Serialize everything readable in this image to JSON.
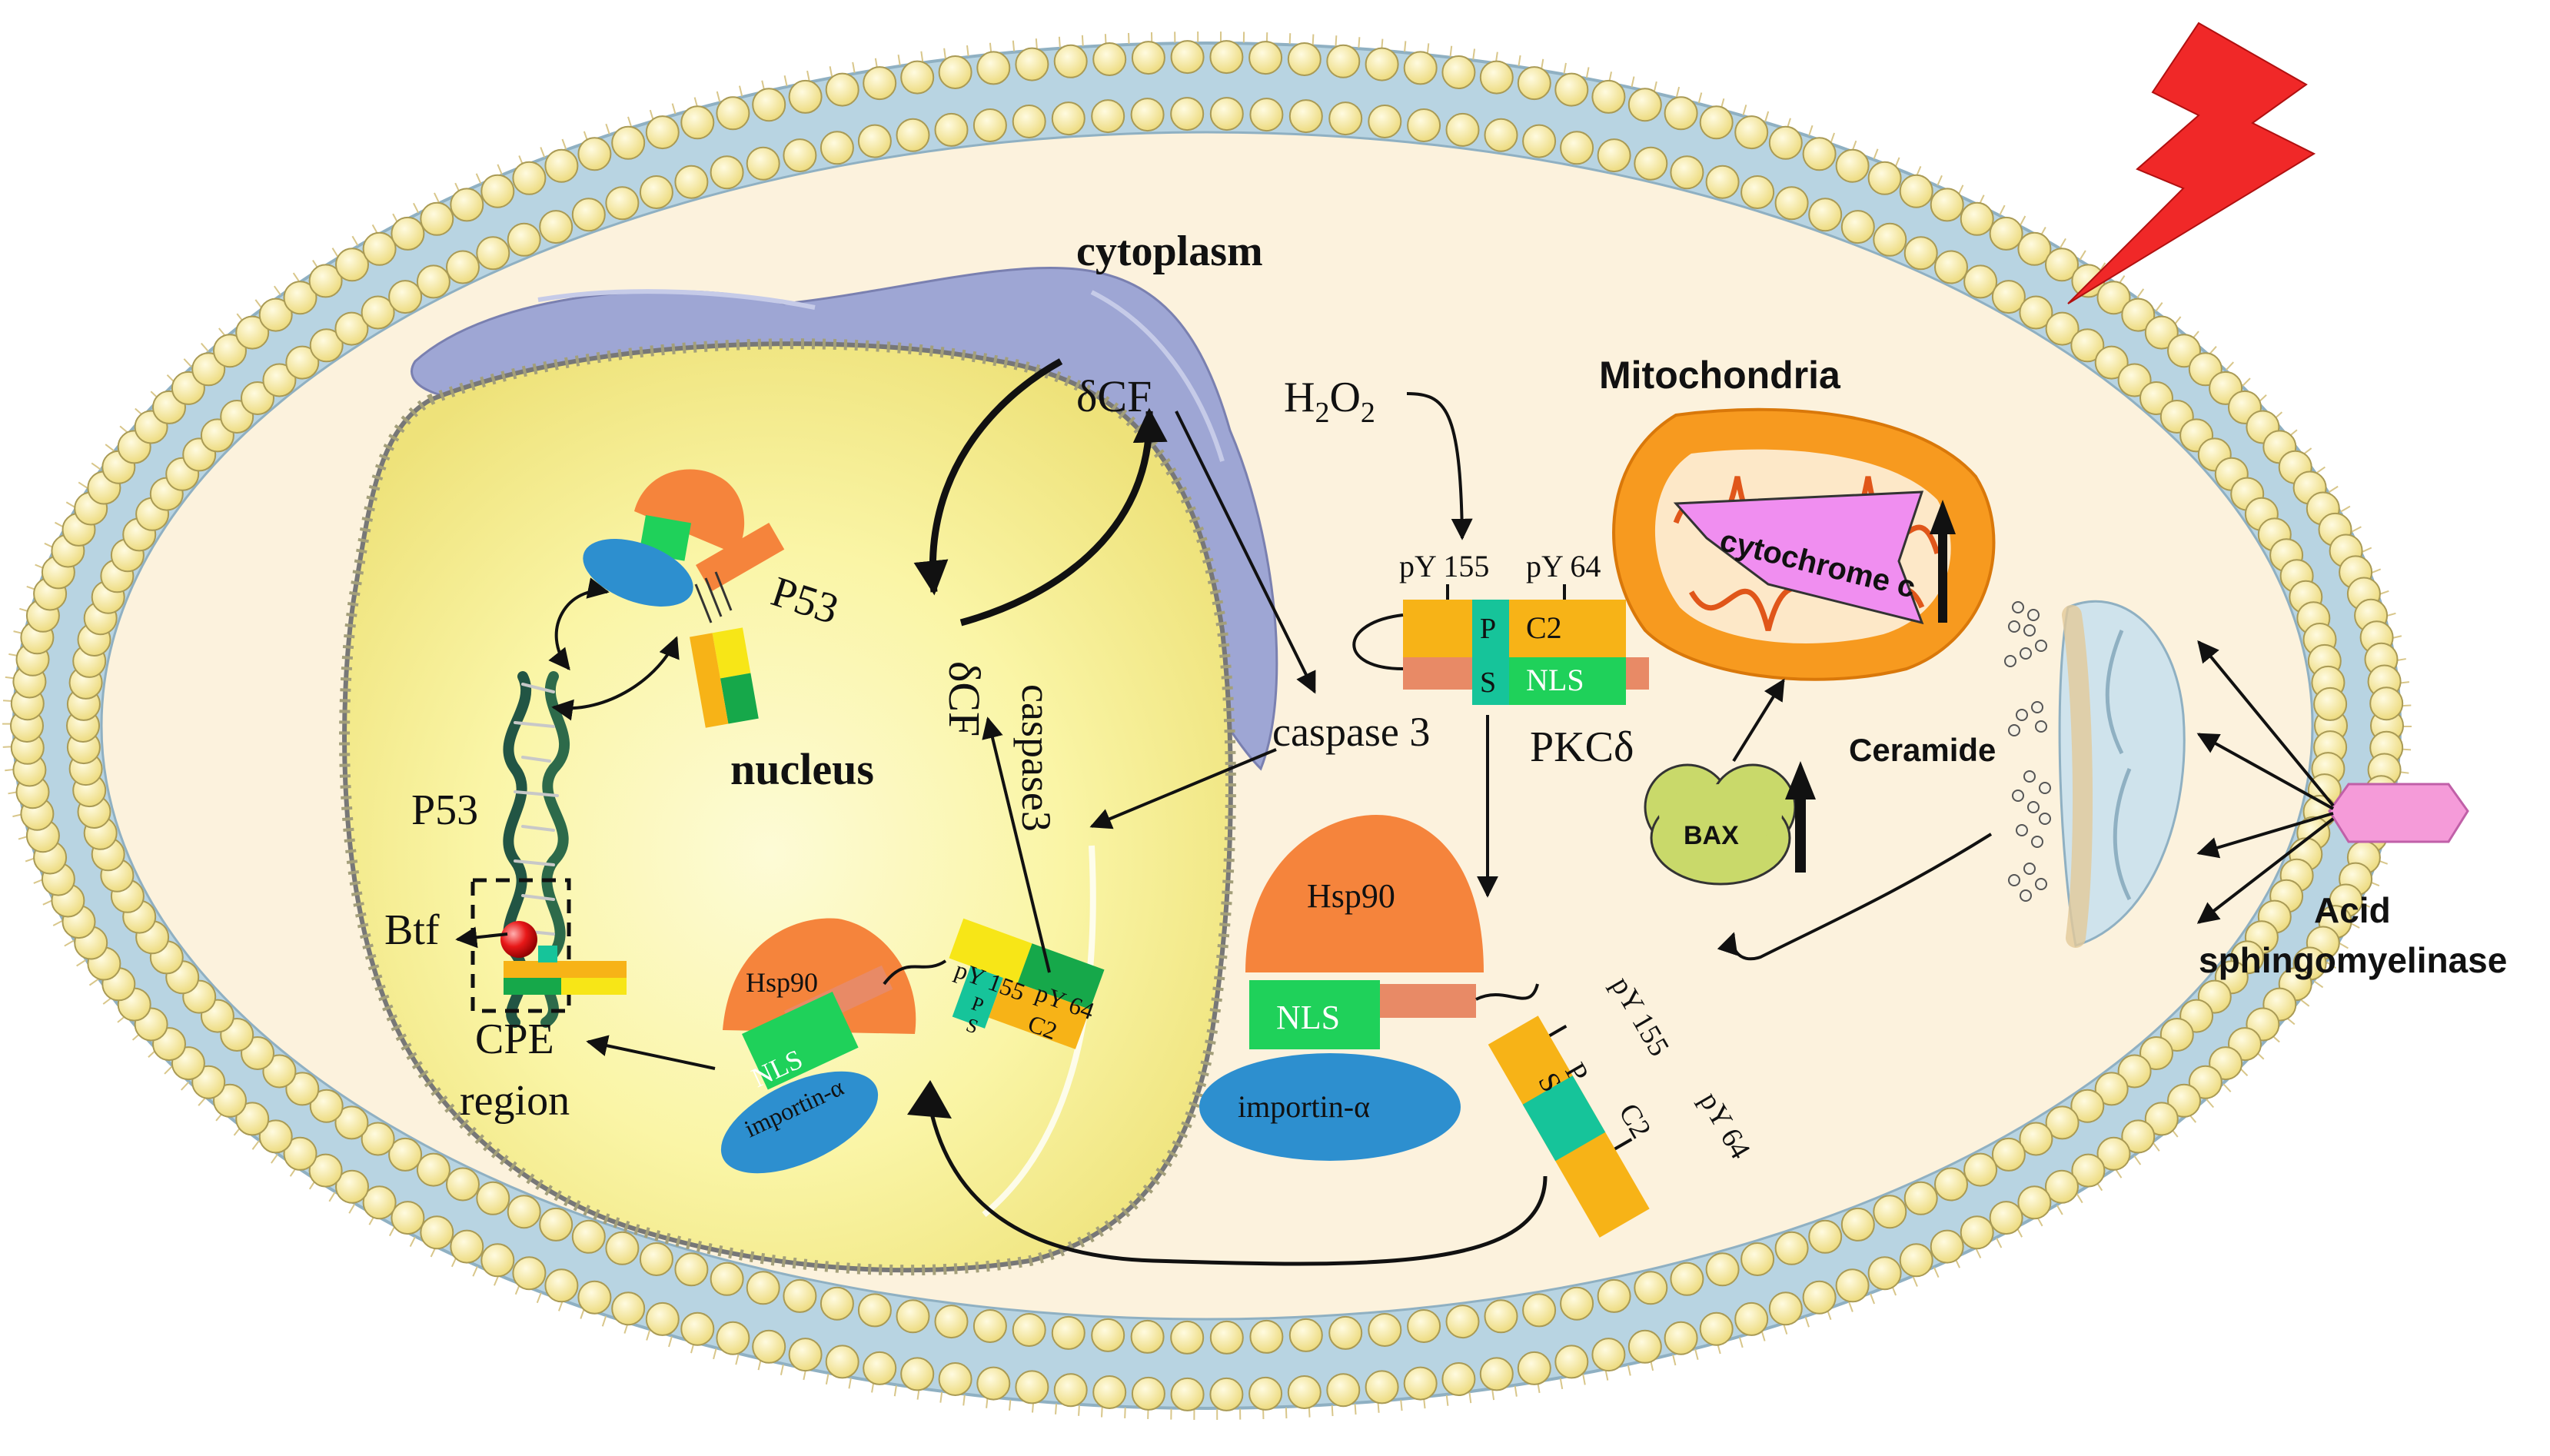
{
  "labels": {
    "cytoplasm": "cytoplasm",
    "nucleus": "nucleus",
    "mitochondria": "Mitochondria",
    "cytochrome": "cytochrome c",
    "ceramide": "Ceramide",
    "acid_sm_line1": "Acid",
    "acid_sm_line2": "sphingomyelinase",
    "bax": "BAX",
    "h2o2_base": "H",
    "h2o2_sub1": "2",
    "h2o2_mid": "O",
    "h2o2_sub2": "2",
    "caspase3_right": "caspase 3",
    "caspase3_vertical": "caspase3",
    "pkc": "PKCδ",
    "dcf_top": "δCF",
    "dcf_lower": "δCF",
    "p53_upper": "P53",
    "p53_left": "P53",
    "btf": "Btf",
    "cpe_line1": "CPE",
    "cpe_line2": "region"
  },
  "pkc_construct": {
    "py155": "pY 155",
    "py64": "pY 64",
    "p": "P",
    "s": "S",
    "c2": "C2",
    "nls": "NLS"
  },
  "complex_right": {
    "hsp90": "Hsp90",
    "nls": "NLS",
    "importin": "importin-α",
    "py155": "pY 155",
    "py64": "pY 64",
    "p": "P",
    "s": "S",
    "c2": "C2"
  },
  "complex_nucleus": {
    "hsp90": "Hsp90",
    "nls": "NLS",
    "importin": "importin-α",
    "py155": "pY 155",
    "py64": "pY 64",
    "p": "P",
    "s": "S",
    "c2": "C2"
  },
  "colors": {
    "membrane_head": "#f7ec9e",
    "membrane_band": "#b8d4e2",
    "cytoplasm_fill": "#fcf2dd",
    "er_fill": "#9ea6d4",
    "nucleus_fill": "#f9f39c",
    "hsp90": "#f5843c",
    "nls": "#1fd15a",
    "importin": "#2d8fcf",
    "c2": "#f7b317",
    "ps": "#16c49a",
    "linker": "#e88a66",
    "mito_outer": "#f79a1f",
    "cytochrome": "#f08ef0",
    "bax": "#c9d96a",
    "acid_sm": "#f59bd9",
    "lightning": "#f02828"
  },
  "icons": [
    "lightning-bolt-icon",
    "dna-helix-icon",
    "apoptosis-marker-icon"
  ]
}
